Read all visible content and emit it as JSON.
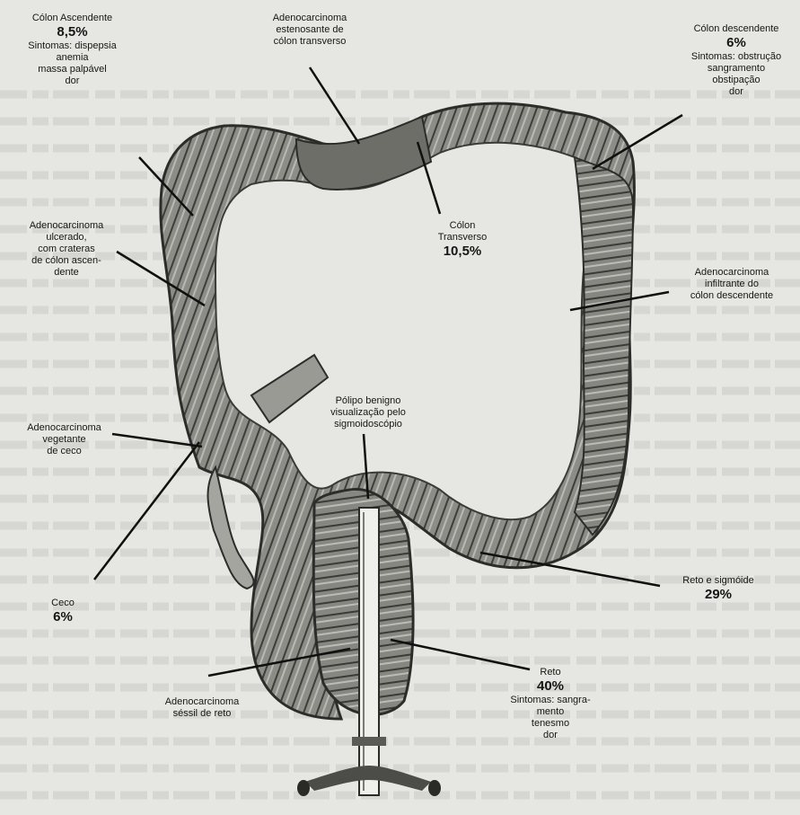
{
  "labels": {
    "colon_ascendente": {
      "title": "Cólon Ascendente",
      "percent": "8,5%",
      "symptoms": [
        "Sintomas: dispepsia",
        "anemia",
        "massa palpável",
        "dor"
      ]
    },
    "adeno_estenosante": {
      "lines": [
        "Adenocarcinoma",
        "estenosante de",
        "cólon transverso"
      ]
    },
    "colon_descendente": {
      "title": "Cólon descendente",
      "percent": "6%",
      "symptoms": [
        "Sintomas: obstrução",
        "sangramento",
        "obstipação",
        "dor"
      ]
    },
    "adeno_ulcerado": {
      "lines": [
        "Adenocarcinoma",
        "ulcerado,",
        "com crateras",
        "de cólon ascen-",
        "dente"
      ]
    },
    "colon_transverso": {
      "lines": [
        "Cólon",
        "Transverso"
      ],
      "percent": "10,5%"
    },
    "adeno_infiltrante": {
      "lines": [
        "Adenocarcinoma",
        "infiltrante do",
        "cólon descendente"
      ]
    },
    "polipo": {
      "lines": [
        "Pólipo benigno",
        "visualização pelo",
        "sigmoidoscópio"
      ]
    },
    "adeno_vegetante": {
      "lines": [
        "Adenocarcinoma",
        "vegetante",
        "de ceco"
      ]
    },
    "ceco": {
      "title": "Ceco",
      "percent": "6%"
    },
    "reto_sigmoide": {
      "title": "Reto e sigmóide",
      "percent": "29%"
    },
    "reto": {
      "title": "Reto",
      "percent": "40%",
      "symptoms": [
        "Sintomas: sangra-",
        "mento",
        "tenesmo",
        "dor"
      ]
    },
    "adeno_sessil": {
      "lines": [
        "Adenocarcinoma",
        "séssil de reto"
      ]
    }
  }
}
